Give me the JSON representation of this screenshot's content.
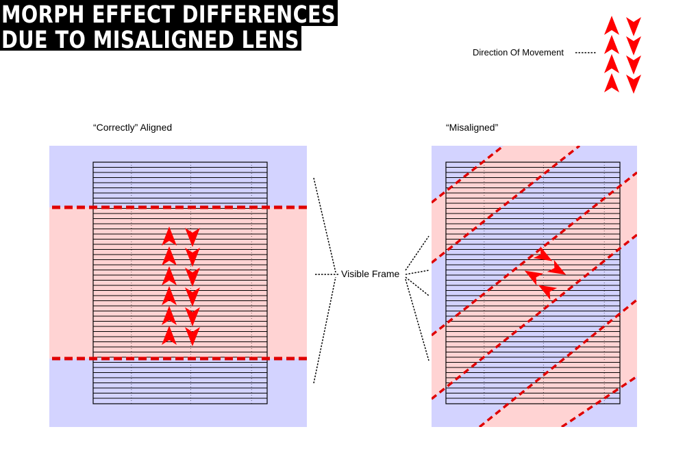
{
  "title": {
    "line1": "MORPH EFFECT DIFFERENCES",
    "line2": "DUE TO MISALIGNED LENS"
  },
  "legend": {
    "label": "Direction Of Movement",
    "icon": "red-arrow-pairs-icon"
  },
  "panels": {
    "left": {
      "label": "“Correctly” Aligned"
    },
    "right": {
      "label": "“Misaligned”"
    }
  },
  "center_label": "Visible Frame",
  "colors": {
    "blue_zone": "#d3d3ff",
    "pink_zone": "#ffd3d3",
    "dashed_boundary": "#e00000",
    "arrow": "#ff0000",
    "frame_lines": "#000000"
  }
}
